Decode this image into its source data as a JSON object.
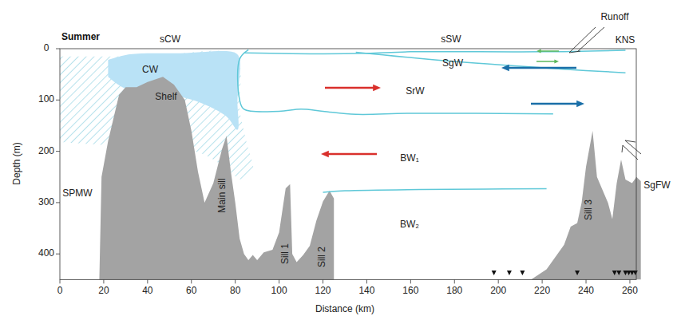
{
  "diagram": {
    "title": "Summer",
    "labels": [
      "sCW",
      "sSW",
      "Runoff",
      "KNS",
      "CW",
      "Shelf",
      "SgW",
      "SrW",
      "BW₁",
      "BW₂",
      "SPMW",
      "Main sill",
      "Sill 1",
      "Sill 2",
      "Sill 3",
      "SgFW",
      "0",
      "20",
      "40",
      "60",
      "80",
      "100",
      "120",
      "140",
      "160",
      "180",
      "200",
      "220",
      "240",
      "260",
      "0",
      "100",
      "200",
      "300",
      "400",
      "Distance (km)",
      "Depth (m)"
    ]
  }
}
